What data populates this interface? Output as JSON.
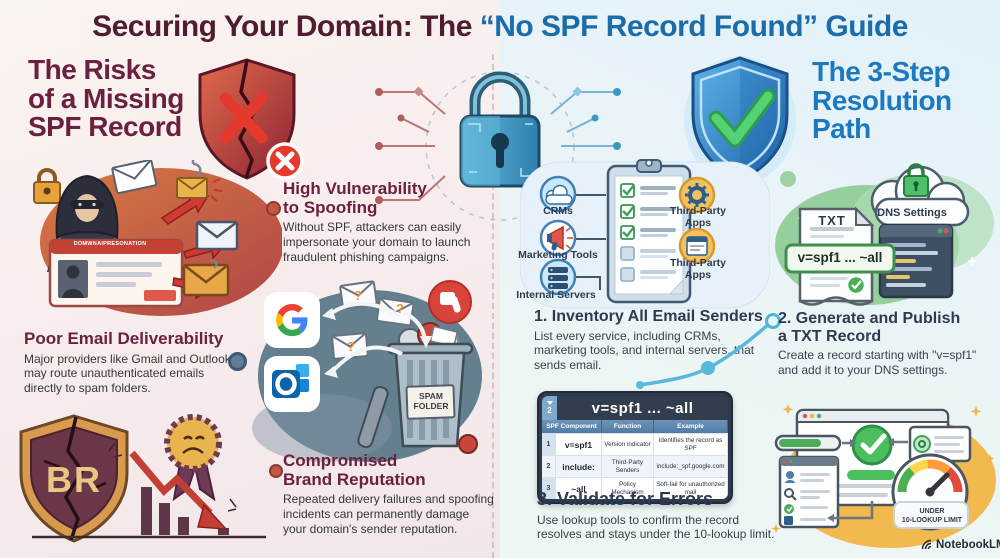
{
  "title": {
    "part1": "Securing Your Domain: The ",
    "part2": "“No SPF Record Found” Guide"
  },
  "left": {
    "heading": "The Risks\nof a Missing\nSPF Record",
    "risk1": {
      "heading": "High Vulnerability\nto Spoofing",
      "body": "Without SPF, attackers can easily impersonate your domain to launch fraudulent phishing campaigns."
    },
    "risk2": {
      "heading": "Poor Email Deliverability",
      "body": "Major providers like Gmail and Outlook may route unauthenticated emails directly to spam folders."
    },
    "risk3": {
      "heading": "Compromised\nBrand Reputation",
      "body": "Repeated delivery failures and spoofing incidents can permanently damage your domain's sender reputation."
    },
    "id_card_label": "DOMWNAIPRESONATION",
    "spam_label": "SPAM\nFOLDER",
    "question_mark": "?",
    "shield_letters": "BR"
  },
  "right": {
    "heading": "The 3-Step\nResolution\nPath",
    "step1": {
      "heading": "1. Inventory All Email Senders",
      "body": "List every service, including CRMs, marketing tools, and internal servers, that sends email.",
      "senders": [
        "CRMs",
        "Marketing Tools",
        "Internal Servers",
        "Third-Party\nApps",
        "Third-Party\nApps"
      ]
    },
    "step2": {
      "heading": "2. Generate and Publish\na TXT Record",
      "body": "Create a record starting with \"v=spf1\" and add it to your DNS settings.",
      "dns_label": "DNS Settings",
      "txt_label": "TXT",
      "record": "v=spf1 ... ~all"
    },
    "step3": {
      "heading": "3. Validate for Errors",
      "body": "Use lookup tools to confirm the record resolves and stays under the 10-lookup limit."
    },
    "table": {
      "title": "v=spf1 ... ~all",
      "gutter": "2",
      "columns": [
        "SPF Component",
        "Function",
        "Example"
      ],
      "rows": [
        {
          "num": "1",
          "component": "v=spf1",
          "function": "Version indicator",
          "example": "Identifies the record as SPF"
        },
        {
          "num": "2",
          "component": "include:",
          "function": "Third-Party Senders",
          "example": "include:_spf.google.com"
        },
        {
          "num": "3",
          "component": "~all",
          "function": "Policy Mechanism",
          "example": "Soft-fail for unauthorized mail"
        }
      ]
    },
    "gauge_label": "UNDER\n10-LOOKUP LIMIT"
  },
  "watermark": "NotebookLM",
  "colors": {
    "maroon": "#6b2040",
    "blue": "#1d79bf",
    "accent_red": "#c0392b",
    "accent_green": "#4cae5a",
    "accent_teal": "#59b9da",
    "table_header": "#4e7ba6"
  }
}
